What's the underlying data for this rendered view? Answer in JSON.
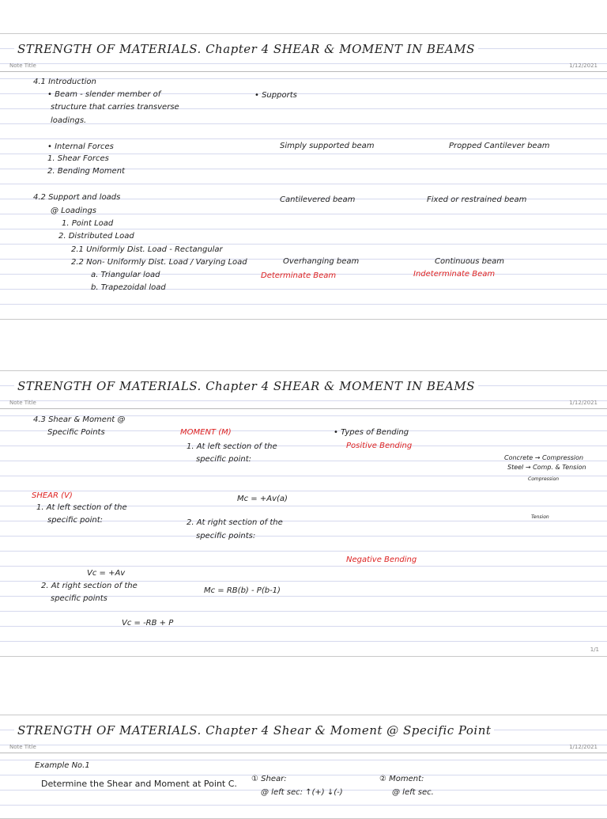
{
  "page1": {
    "title": "STRENGTH OF MATERIALS. Chapter 4 SHEAR & MOMENT IN BEAMS",
    "note_title": "Note Title",
    "date": "1/12/2021",
    "lines": [
      "4.1 Introduction",
      "• Beam - slender member of",
      "structure that carries transverse",
      "loadings.",
      "• Internal Forces",
      "1. Shear Forces",
      "2. Bending Moment",
      "4.2 Support and loads",
      "• Supports",
      "@ Loadings",
      "1. Point Load",
      "2. Distributed Load",
      "2.1 Uniformly Dist. Load - Rectangular",
      "2.2 Non- Uniformly Dist. Load / Varying Load",
      "a. Triangular load",
      "b. Trapezoidal load",
      "Simply supported beam",
      "Propped Cantilever beam",
      "Cantilevered beam",
      "Fixed or restrained beam",
      "Overhanging beam",
      "Continuous beam",
      "Determinate Beam",
      "Indeterminate Beam"
    ]
  },
  "page2": {
    "title": "STRENGTH OF MATERIALS. Chapter 4 SHEAR & MOMENT IN BEAMS",
    "note_title": "Note Title",
    "date": "1/12/2021",
    "page_indicator": "1/1",
    "lines": [
      "4.3 Shear & Moment @",
      "Specific Points",
      "MOMENT (M)",
      "1. At left section of the",
      "specific point:",
      "Mc = +Av(a)",
      "2. At right section of the",
      "specific points:",
      "Mc = RB(b) - P(b-1)",
      "SHEAR (V)",
      "1. At left section of the",
      "specific point:",
      "Vc = +Av",
      "2. At right section of the",
      "specific points",
      "Vc = -RB + P",
      "• Types of Bending",
      "Positive Bending",
      "Negative Bending",
      "Concrete → Compression",
      "Steel → Comp. & Tension",
      "Compression",
      "Tension"
    ]
  },
  "page3": {
    "title": "STRENGTH OF MATERIALS. Chapter 4 Shear & Moment @ Specific Point",
    "note_title": "Note Title",
    "date": "1/12/2021",
    "lines": [
      "Example No.1",
      "Determine the Shear and Moment at Point C.",
      "① Shear:",
      "@ left sec: ↑(+) ↓(-)",
      "② Moment:",
      "@ left sec."
    ]
  }
}
